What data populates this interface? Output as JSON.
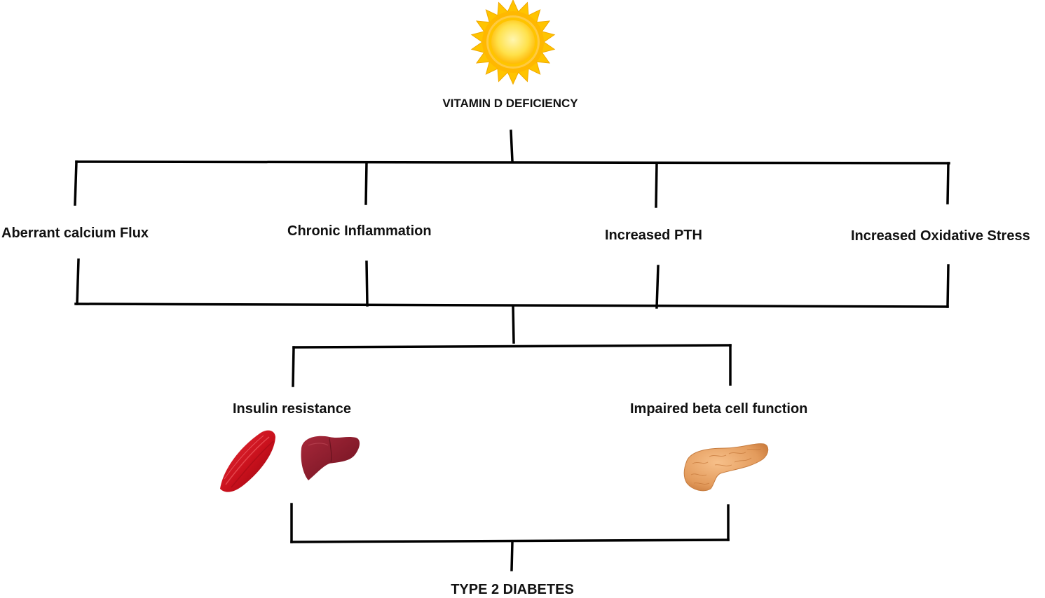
{
  "top_label": "VITAMIN D DEFICIENCY",
  "mechanisms": [
    {
      "label": "Aberrant calcium Flux"
    },
    {
      "label": "Chronic Inflammation"
    },
    {
      "label": "Increased PTH"
    },
    {
      "label": "Increased Oxidative Stress"
    }
  ],
  "outcomes": [
    {
      "label": "Insulin resistance",
      "organs": [
        "muscle-icon",
        "liver-icon"
      ]
    },
    {
      "label": "Impaired beta cell function",
      "organs": [
        "pancreas-icon"
      ]
    }
  ],
  "final_label": "TYPE 2 DIABETES",
  "colors": {
    "line": "#000000",
    "sun_outer": "#ffc400",
    "sun_inner": "#ffe14a",
    "muscle": "#c8101c",
    "liver": "#8a1a28",
    "pancreas": "#e6a165"
  }
}
